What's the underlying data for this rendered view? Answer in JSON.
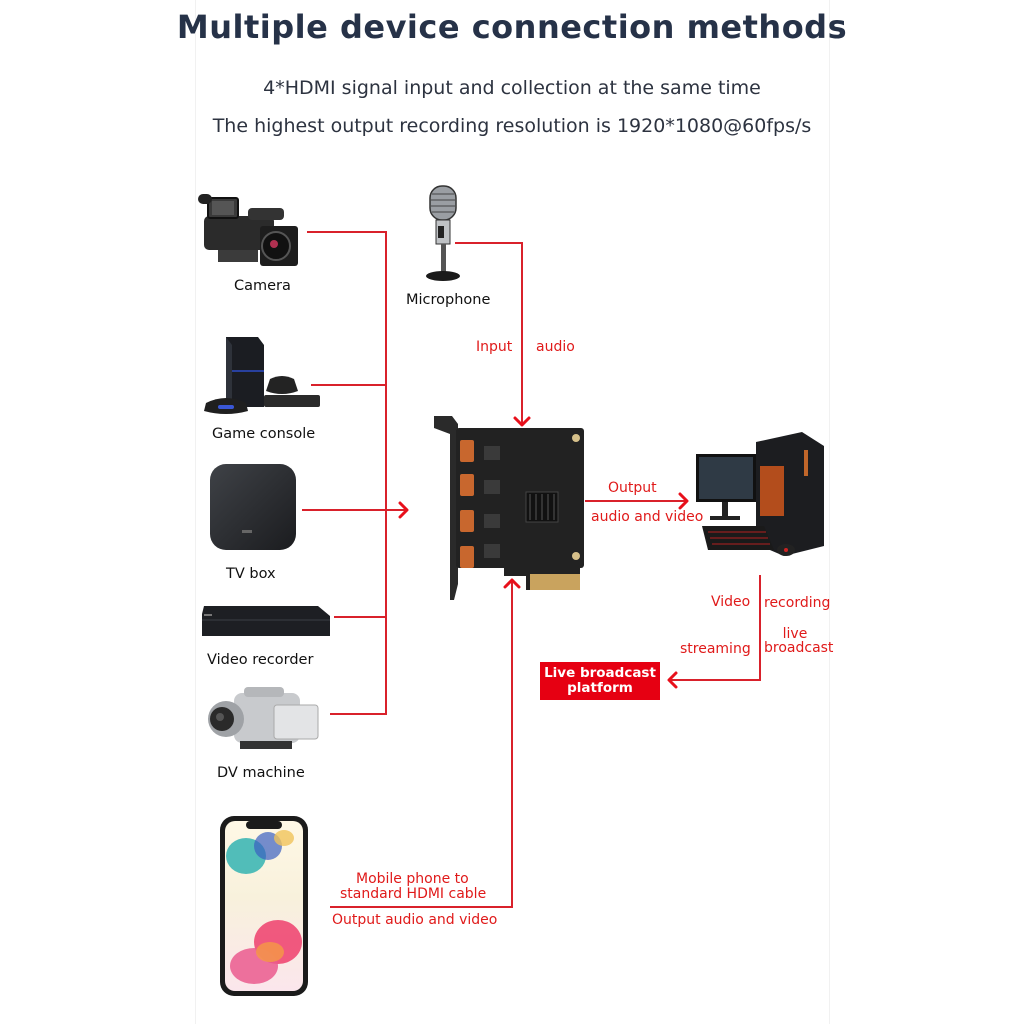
{
  "header": {
    "title": "Multiple device connection methods",
    "subtitle_1": "4*HDMI signal input and collection at the same time",
    "subtitle_2": "The highest output recording resolution is 1920*1080@60fps/s"
  },
  "devices": {
    "camera": "Camera",
    "game_console": "Game console",
    "tv_box": "TV box",
    "video_recorder": "Video recorder",
    "dv_machine": "DV machine",
    "microphone": "Microphone",
    "mobile_phone_icon": "smartphone-icon",
    "capture_card_icon": "capture-card-icon",
    "pc_icon": "desktop-pc-icon"
  },
  "annotations": {
    "input": "Input",
    "audio": "audio",
    "output": "Output",
    "audio_and_video": "audio and video",
    "video": "Video",
    "recording": "recording",
    "streaming": "streaming",
    "live": "live",
    "broadcast": "broadcast",
    "live_box_line1": "Live broadcast",
    "live_box_line2": "platform",
    "mobile_line1": "Mobile phone to",
    "mobile_line2": "standard HDMI cable",
    "mobile_output": "Output audio and video"
  },
  "colors": {
    "title": "#263248",
    "accent_red": "#e01a1a",
    "box_red": "#e60012"
  }
}
